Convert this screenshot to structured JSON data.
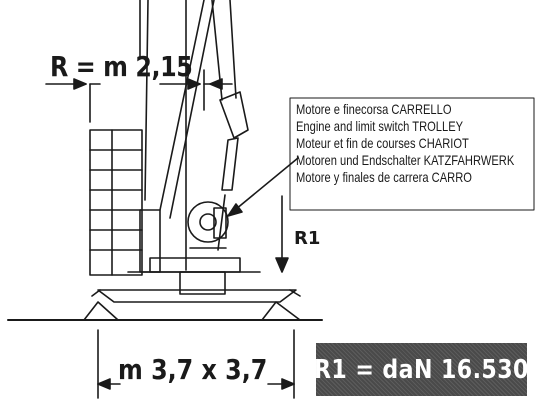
{
  "labels": {
    "radius": "R = m 2,15",
    "base": "m 3,7 x 3,7",
    "reaction": "R1",
    "load": "R1 = daN 16.530"
  },
  "caption": [
    "Motore e finecorsa CARRELLO",
    "Engine and limit switch TROLLEY",
    "Moteur et fin de courses CHARIOT",
    "Motoren und Endschalter KATZFAHRWERK",
    "Motore y finales de carrera CARRO"
  ],
  "colors": {
    "ink": "#1a1a1a",
    "load_box": "#4a4a4a",
    "load_text": "#ffffff"
  }
}
